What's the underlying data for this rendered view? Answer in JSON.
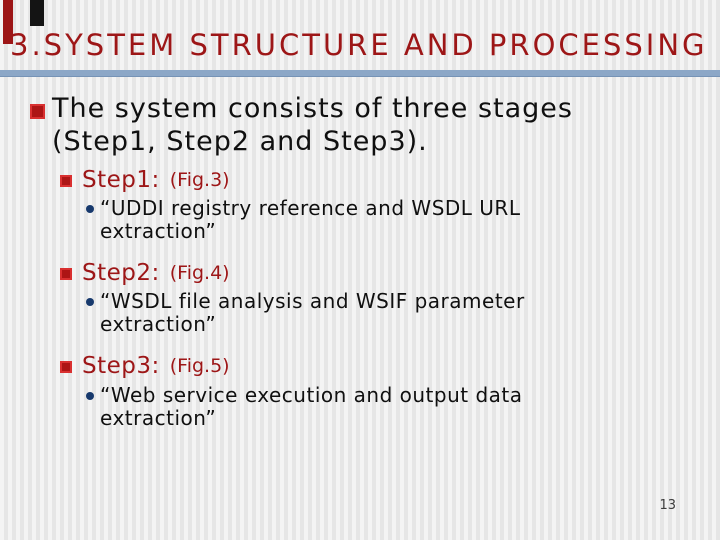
{
  "slide": {
    "title": "3.SYSTEM STRUCTURE AND PROCESSING",
    "page_number": "13",
    "colors": {
      "heading_red": "#9d1617",
      "accent_rule_blue": "#8ca7c7",
      "bullet_red_fill": "#ad1515",
      "bullet_red_border": "#d93030",
      "sub_bullet_navy": "#17396d",
      "body_text": "#101010",
      "background_stripe_light": "#f4f4f4",
      "background_stripe_dark": "#e6e6e6"
    },
    "content": {
      "main_text": "The system consists of three stages (Step1, Step2 and Step3).",
      "steps": [
        {
          "label": "Step1:",
          "fig": "(Fig.3)",
          "detail": "“UDDI registry reference and WSDL URL extraction”"
        },
        {
          "label": "Step2:",
          "fig": "(Fig.4)",
          "detail": "“WSDL file analysis and WSIF parameter extraction”"
        },
        {
          "label": "Step3:",
          "fig": "(Fig.5)",
          "detail": "“Web service execution and output data extraction”"
        }
      ]
    }
  }
}
